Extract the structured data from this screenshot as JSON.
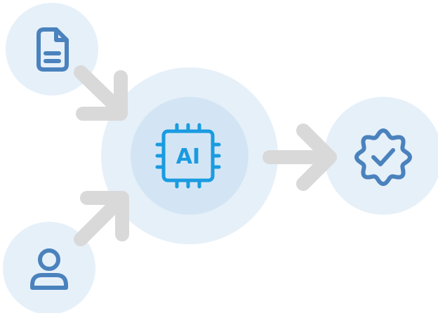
{
  "colors": {
    "node_fill": "#e6f0f9",
    "core_fill": "#d3e5f5",
    "arrow": "#d9d9d9",
    "icon_blue": "#4a82bd",
    "ai_blue": "#1a9be0"
  },
  "nodes": {
    "document": {
      "icon": "document-icon"
    },
    "user": {
      "icon": "user-icon"
    },
    "ai": {
      "icon": "ai-chip-icon",
      "label": "AI"
    },
    "verified": {
      "icon": "verified-badge-icon"
    }
  },
  "edges": [
    {
      "from": "document",
      "to": "ai",
      "icon": "arrow-icon"
    },
    {
      "from": "user",
      "to": "ai",
      "icon": "arrow-icon"
    },
    {
      "from": "ai",
      "to": "verified",
      "icon": "arrow-icon"
    }
  ]
}
